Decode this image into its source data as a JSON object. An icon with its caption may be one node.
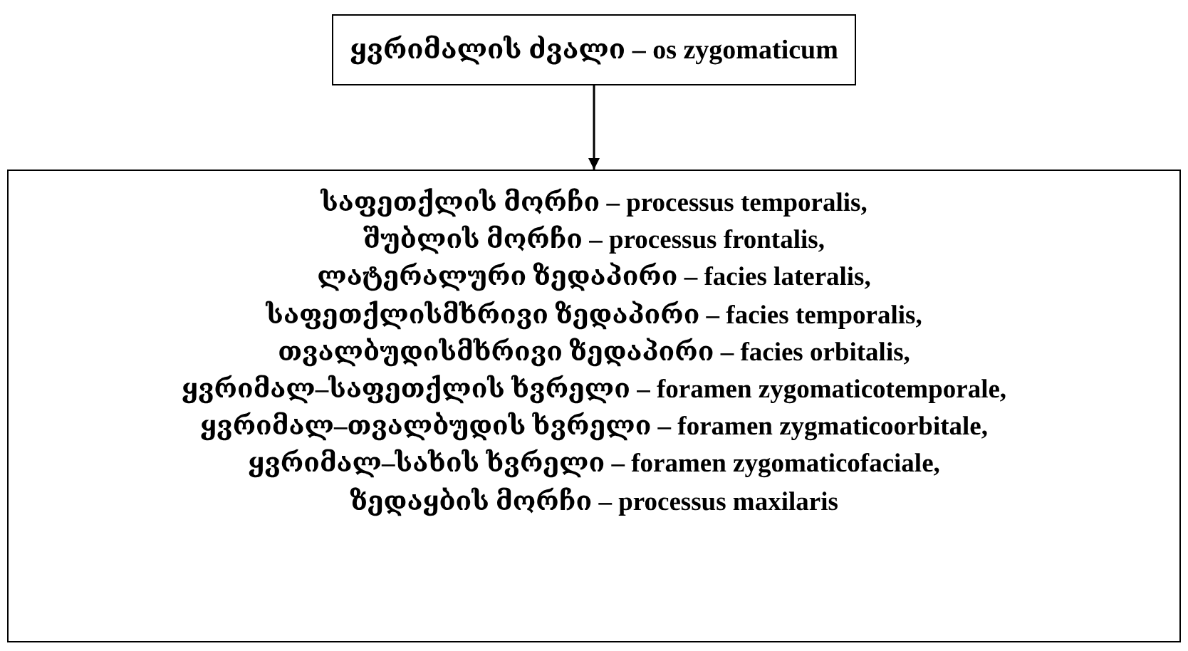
{
  "diagram": {
    "nodes": [
      {
        "text": [
          "ყვრიმალის ძვალი – os zygomaticum"
        ]
      },
      {
        "text": [
          "საფეთქლის მორჩი – processus temporalis,",
          "შუბლის მორჩი – processus frontalis,",
          "ლატერალური ზედაპირი – facies lateralis,",
          "საფეთქლისმხრივი ზედაპირი – facies temporalis,",
          "თვალბუდისმხრივი ზედაპირი – facies orbitalis,",
          "ყვრიმალ–საფეთქლის ხვრელი – foramen zygomaticotemporale,",
          "ყვრიმალ–თვალბუდის ხვრელი – foramen zygmaticoorbitale,",
          "ყვრიმალ–სახის ხვრელი – foramen zygomaticofaciale,",
          "ზედაყბის მორჩი – processus maxilaris"
        ]
      }
    ],
    "edges": [
      {
        "from": 0,
        "to": 1,
        "arrow": "to"
      }
    ]
  }
}
